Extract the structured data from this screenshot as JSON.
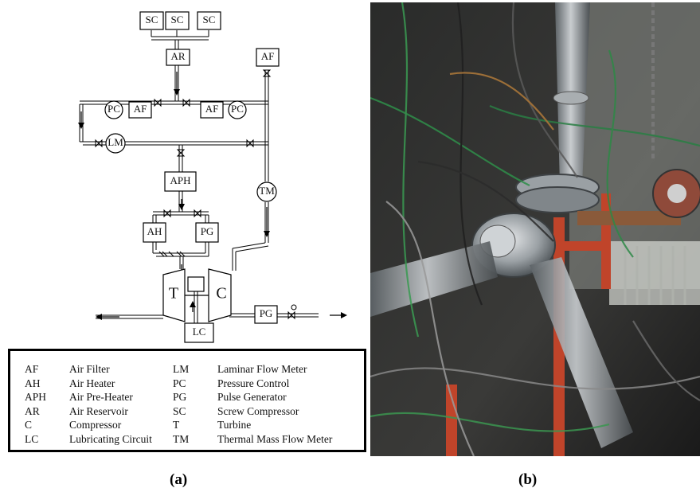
{
  "schematic": {
    "sc": [
      "SC",
      "SC",
      "SC"
    ],
    "ar": "AR",
    "af_top": "AF",
    "pc_left": "PC",
    "af_left": "AF",
    "af_right": "AF",
    "pc_right": "PC",
    "lm": "LM",
    "aph": "APH",
    "tm": "TM",
    "ah": "AH",
    "pg_mid": "PG",
    "turbine": "T",
    "compressor": "C",
    "lc": "LC",
    "pg_out": "PG"
  },
  "legend": [
    {
      "abbr": "AF",
      "term": "Air Filter"
    },
    {
      "abbr": "LM",
      "term": "Laminar Flow Meter"
    },
    {
      "abbr": "AH",
      "term": "Air Heater"
    },
    {
      "abbr": "PC",
      "term": "Pressure Control"
    },
    {
      "abbr": "APH",
      "term": "Air Pre-Heater"
    },
    {
      "abbr": "PG",
      "term": "Pulse Generator"
    },
    {
      "abbr": "AR",
      "term": "Air Reservoir"
    },
    {
      "abbr": "SC",
      "term": "Screw Compressor"
    },
    {
      "abbr": "C",
      "term": "Compressor"
    },
    {
      "abbr": "T",
      "term": "Turbine"
    },
    {
      "abbr": "LC",
      "term": "Lubricating Circuit"
    },
    {
      "abbr": "TM",
      "term": "Thermal Mass Flow Meter"
    }
  ],
  "captions": {
    "a": "(a)",
    "b": "(b)"
  }
}
